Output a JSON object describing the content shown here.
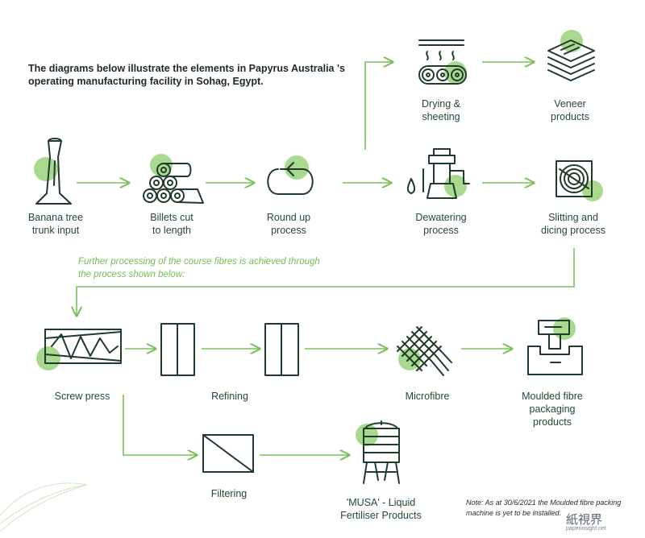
{
  "intro": "The diagrams below illustrate the elements in Papyrus Australia 's operating manufacturing facility in Sohag, Egypt.",
  "steps": {
    "banana": "Banana tree\ntrunk input",
    "billets": "Billets cut\nto length",
    "roundup": "Round up\nprocess",
    "dewatering": "Dewatering\nprocess",
    "slitting": "Slitting and\ndicing process",
    "drying": "Drying &\nsheeting",
    "veneer": "Veneer\nproducts",
    "screw": "Screw press",
    "refining": "Refining",
    "microfibre": "Microfibre",
    "moulded": "Moulded fibre\npackaging\nproducts",
    "filtering": "Filtering",
    "musa": "'MUSA' - Liquid\nFertiliser Products"
  },
  "further_note": "Further processing of the course fibres is achieved through the process shown below:",
  "footnote": "Note: As at 30/6/2021 the Moulded fibre packing machine is yet to be installed.",
  "watermark": "紙視界",
  "watermark_url": "paperinsight.net",
  "colors": {
    "green": "#78c05c",
    "light_green": "#a8d98f",
    "dark": "#1f3b2a"
  }
}
